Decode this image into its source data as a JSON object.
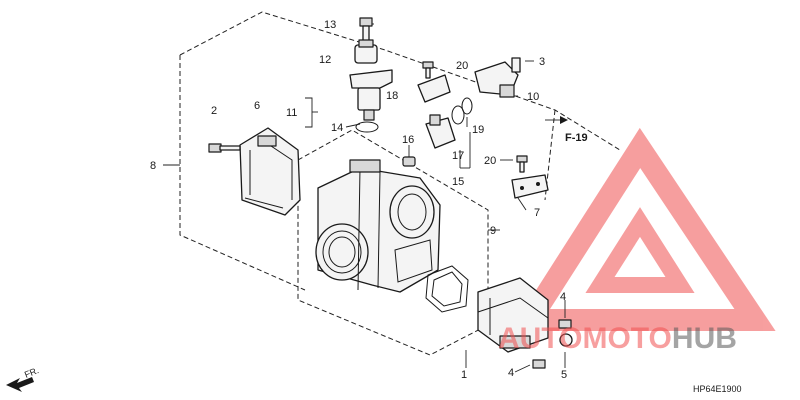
{
  "diagram": {
    "callouts": {
      "c1": "1",
      "c2": "2",
      "c3": "3",
      "c4a": "4",
      "c4b": "4",
      "c5": "5",
      "c6": "6",
      "c7": "7",
      "c8": "8",
      "c9": "9",
      "c10": "10",
      "c11": "11",
      "c12": "12",
      "c13": "13",
      "c14": "14",
      "c15": "15",
      "c16": "16",
      "c17": "17",
      "c18": "18",
      "c19": "19",
      "c20a": "20",
      "c20b": "20"
    },
    "reference": "F-19",
    "front_marker": "FR.",
    "diagram_code": "HP64E1900"
  },
  "watermark": {
    "part1": "AUTOMOTO",
    "part2": "HUB",
    "color_primary": "#f05050",
    "color_secondary": "#5a5a5a"
  }
}
